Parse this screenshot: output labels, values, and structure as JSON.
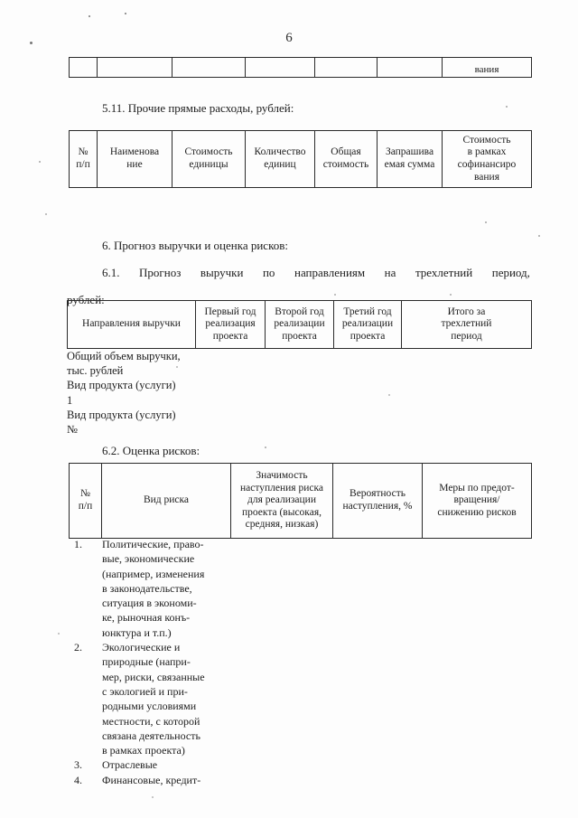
{
  "page": {
    "number": "6"
  },
  "fragment_table": {
    "cells": [
      "",
      "",
      "",
      "",
      "",
      "",
      "вания"
    ]
  },
  "section_511": {
    "heading": "5.11. Прочие прямые расходы, рублей:",
    "table": {
      "headers": [
        "№\nп/п",
        "Наименова\nние",
        "Стоимость\nединицы",
        "Количество\nединиц",
        "Общая\nстоимость",
        "Запрашива\nемая сумма",
        "Стоимость\nв рамках\nсофинансиро\nвания"
      ]
    }
  },
  "section_6": {
    "heading": "6. Прогноз выручки и оценка рисков:"
  },
  "section_61": {
    "heading_words": [
      "6.1.",
      "Прогноз",
      "выручки",
      "по",
      "направлениям",
      "на",
      "трехлетний",
      "период,"
    ],
    "heading_second_line": "рублей:",
    "table": {
      "headers": [
        "Направления выручки",
        "Первый год\nреализация\nпроекта",
        "Второй год\nреализации\nпроекта",
        "Третий год\nреализации\nпроекта",
        "Итого за\nтрехлетний\nпериод"
      ],
      "rows": [
        "Общий объем выручки,",
        "тыс. рублей",
        "Вид продукта (услуги)",
        "1",
        "Вид продукта (услуги)",
        "№"
      ]
    }
  },
  "section_62": {
    "heading": "6.2. Оценка рисков:",
    "table": {
      "headers": [
        "№\nп/п",
        "Вид риска",
        "Значимость\nнаступления риска\nдля реализации\nпроекта (высокая,\nсредняя, низкая)",
        "Вероятность\nнаступления, %",
        "Меры по предот-\nвращения/\nснижению рисков"
      ]
    },
    "risks": [
      {
        "number": "1.",
        "lines": [
          "Политические, право-",
          "вые, экономические",
          "(например, изменения",
          "в законодательстве,",
          "ситуация в экономи-",
          "ке, рыночная конъ-",
          "юнктура и т.п.)"
        ]
      },
      {
        "number": "2.",
        "lines": [
          "Экологические и",
          "природные (напри-",
          "мер, риски, связанные",
          "с экологией и при-",
          "родными условиями",
          "местности, с которой",
          "связана деятельность",
          "в рамках проекта)"
        ]
      },
      {
        "number": "3.",
        "lines": [
          "Отраслевые"
        ]
      },
      {
        "number": "4.",
        "lines": [
          "Финансовые, кредит-"
        ]
      }
    ]
  }
}
